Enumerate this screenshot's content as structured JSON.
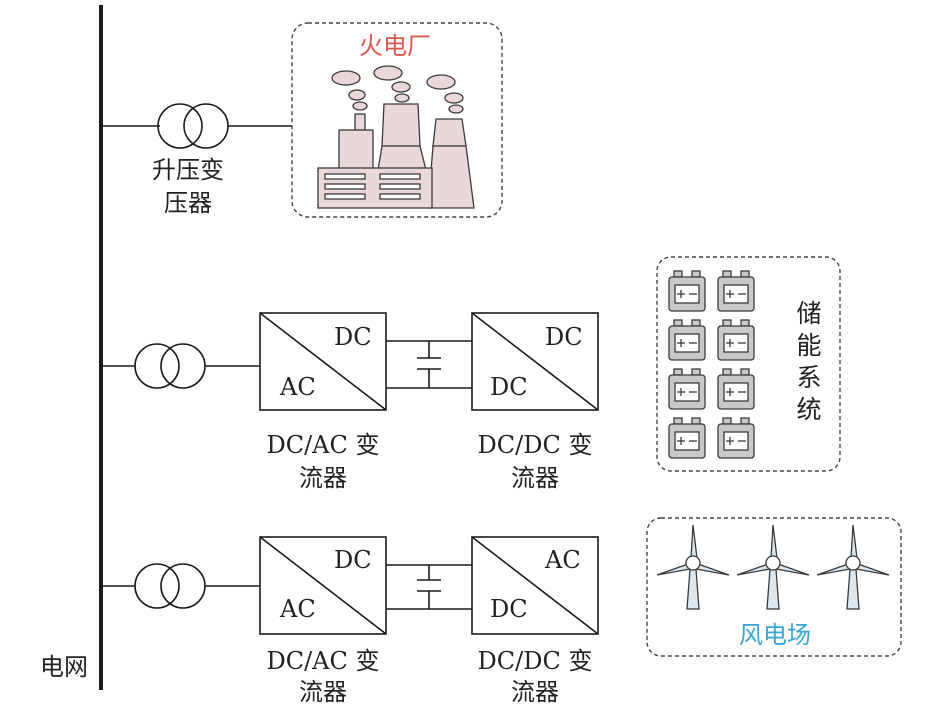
{
  "grid_label": "电网",
  "thermal_plant": {
    "title": "火电厂",
    "title_color": "#d9584e",
    "transformer_label_line1": "升压变",
    "transformer_label_line2": "压器"
  },
  "storage_branch": {
    "dcac": {
      "dc": "DC",
      "ac": "AC",
      "label_line1": "DC/AC 变",
      "label_line2": "流器"
    },
    "dcdc": {
      "top": "DC",
      "bottom": "DC",
      "label_line1": "DC/DC 变",
      "label_line2": "流器"
    },
    "system_label": [
      "储",
      "能",
      "系",
      "统"
    ]
  },
  "wind_branch": {
    "dcac": {
      "dc": "DC",
      "ac": "AC",
      "label_line1": "DC/AC 变",
      "label_line2": "流器"
    },
    "dcdc": {
      "top": "AC",
      "bottom": "DC",
      "label_line1": "DC/DC 变",
      "label_line2": "流器"
    },
    "farm_label": "风电场",
    "farm_label_color": "#3aa6d6"
  },
  "colors": {
    "line": "#1a1a1a",
    "building": "#ead7da",
    "battery": "#c9c9c9",
    "turbine": "#dbe6ee"
  }
}
